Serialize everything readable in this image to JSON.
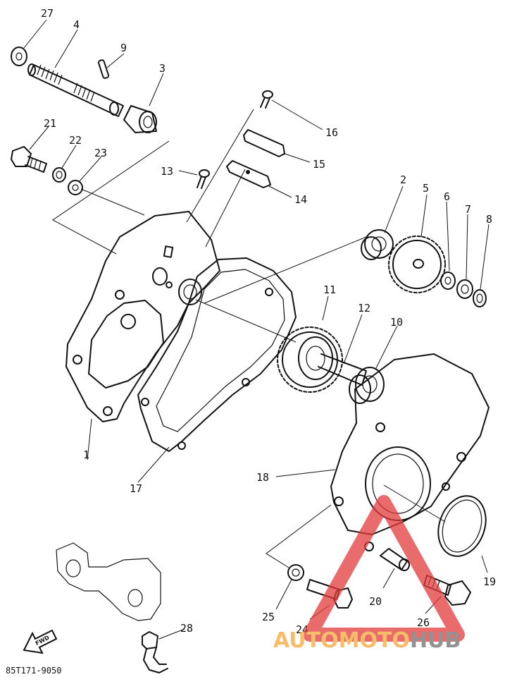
{
  "diagram": {
    "code": "85T171-9050",
    "fwd_label": "FWD",
    "part_numbers": [
      "1",
      "2",
      "3",
      "4",
      "5",
      "6",
      "7",
      "8",
      "9",
      "10",
      "11",
      "12",
      "13",
      "14",
      "15",
      "16",
      "17",
      "18",
      "19",
      "20",
      "21",
      "22",
      "23",
      "24",
      "25",
      "26",
      "27",
      "28"
    ]
  },
  "watermark": {
    "part1": "AUTOMOTO",
    "part2": "HUB",
    "colors": {
      "orange": "#f4a93a",
      "gray": "#6e6e6e",
      "triangle": "#e23a3a"
    }
  }
}
